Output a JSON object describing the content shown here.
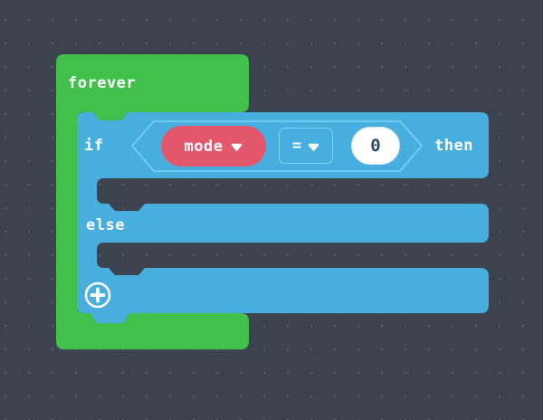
{
  "workspace": {
    "background_color": "#3c434e",
    "grid_dot_color": "#565e6a"
  },
  "colors": {
    "workspace_bg": "#3c434e",
    "grid_dot": "#565e6a",
    "loop_green": "#41c14c",
    "logic_blue": "#47aede",
    "logic_blue_light": "#7ed3f3",
    "variable_red": "#e4566c",
    "number_field_bg": "#ffffff",
    "number_text": "#2e4a62",
    "label_text": "#ffffff"
  },
  "blocks": {
    "forever": {
      "label": "forever"
    },
    "if_else": {
      "if_label": "if",
      "then_label": "then",
      "else_label": "else",
      "condition": {
        "variable_dropdown": {
          "label": "mode",
          "icon": "dropdown-caret"
        },
        "operator_dropdown": {
          "label": "=",
          "icon": "dropdown-caret"
        },
        "value_field": {
          "value": "0"
        }
      },
      "expand_button": {
        "icon": "plus-in-circle"
      }
    }
  }
}
